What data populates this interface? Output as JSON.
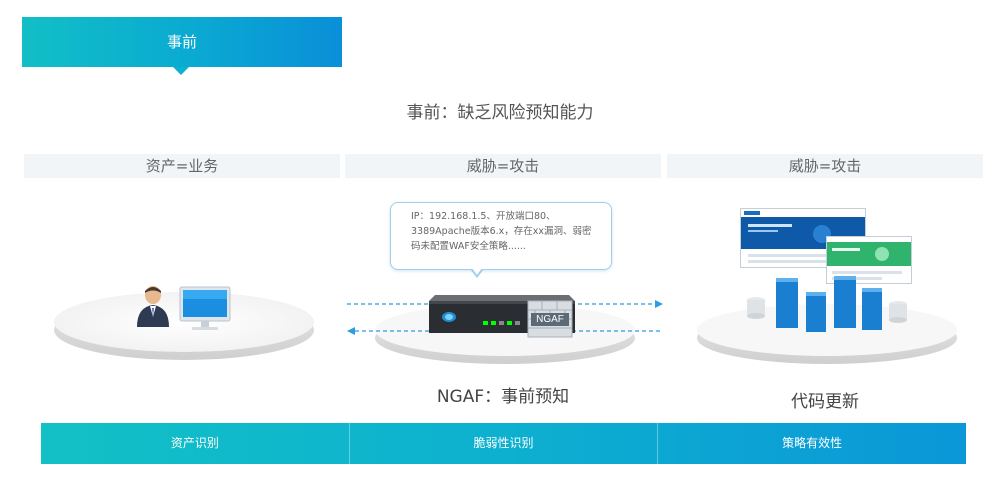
{
  "tab": {
    "label": "事前"
  },
  "headline": "事前：缺乏风险预知能力",
  "columns": [
    {
      "header": "资产=业务"
    },
    {
      "header": "威胁=攻击"
    },
    {
      "header": "威胁=攻击"
    }
  ],
  "callout": {
    "line1": "IP：192.168.1.5、开放端口80、",
    "line2": "3389Apache版本6.x，存在xx漏洞、弱密",
    "line3": "码未配置WAF安全策略......"
  },
  "device": {
    "badge": "NGAF"
  },
  "captions": {
    "middle": "NGAF：事前预知",
    "right": "代码更新"
  },
  "bottom_bar": {
    "items": [
      "资产识别",
      "脆弱性识别",
      "策略有效性"
    ]
  },
  "colors": {
    "accent_start": "#12c1c6",
    "accent_end": "#0b97d8",
    "server_blue": "#1a7fd0"
  }
}
